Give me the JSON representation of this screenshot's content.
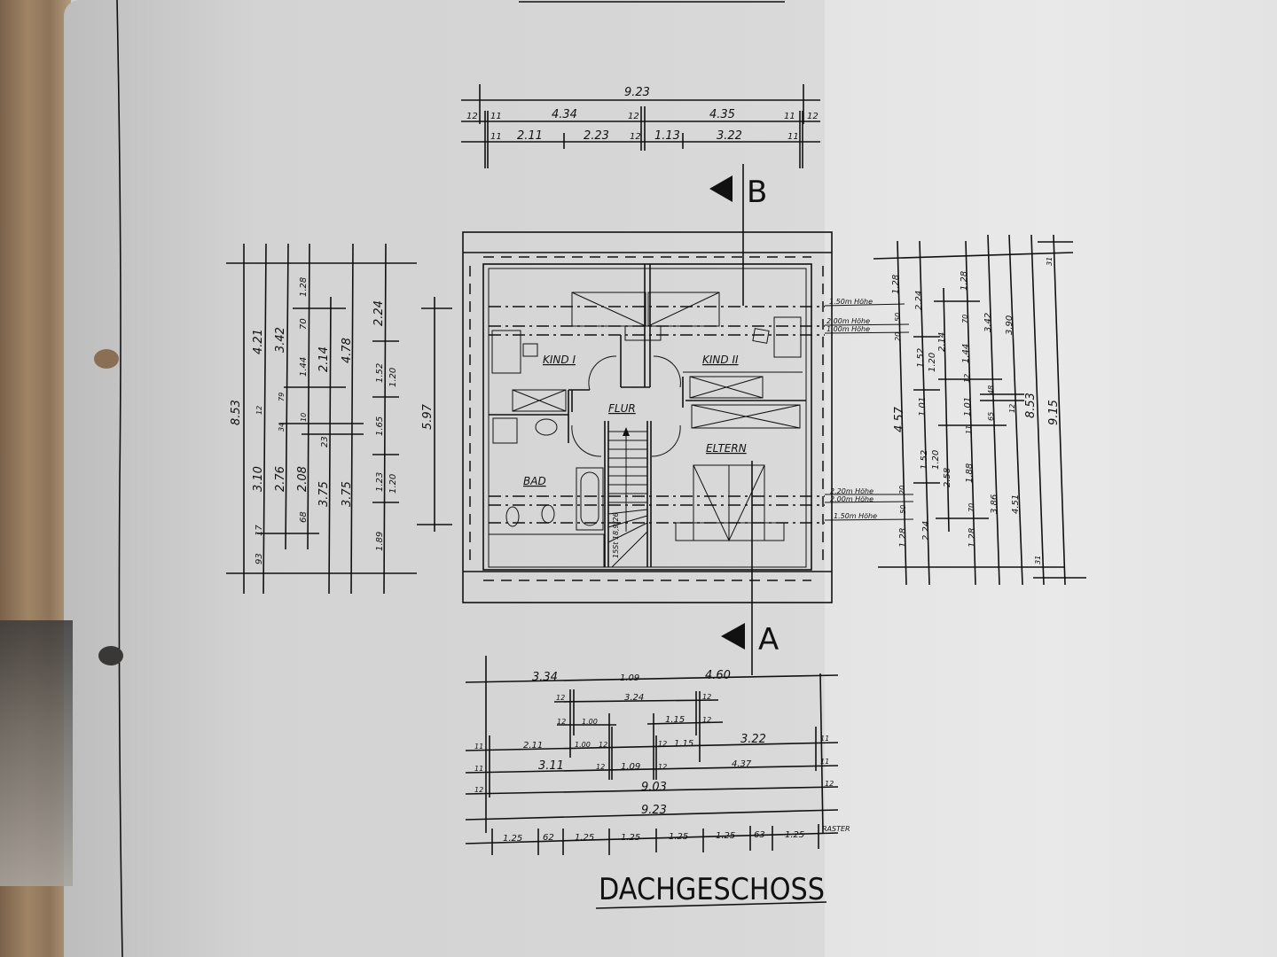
{
  "title": "DACHGESCHOSS",
  "rooms": {
    "kind1": "KIND I",
    "kind2": "KIND II",
    "flur": "FLUR",
    "bad": "BAD",
    "eltern": "ELTERN"
  },
  "stair_label": "15St 18,9/26",
  "sections": {
    "top": "B",
    "bottom": "A"
  },
  "top_dims": {
    "total": "9.23",
    "row2": [
      "12",
      "11",
      "4.34",
      "12",
      "4.35",
      "11",
      "12"
    ],
    "row3": [
      "11",
      "2.11",
      "2.23",
      "12",
      "1.13",
      "3.22",
      "11"
    ]
  },
  "bottom_dims": {
    "row1": [
      "3.34",
      "1.09",
      "4.60"
    ],
    "row2": [
      "12",
      "3.24",
      "12"
    ],
    "row3": [
      "12",
      "1.00",
      "1.15",
      "12"
    ],
    "row4": [
      "11",
      "2.11",
      "1.00",
      "12",
      "12",
      "1.15",
      "3.22",
      "11"
    ],
    "row5": [
      "11",
      "3.11",
      "12",
      "1.09",
      "12",
      "4.37",
      "11"
    ],
    "row6": [
      "12",
      "9.03",
      "12"
    ],
    "total": "9.23",
    "raster": [
      "1.25",
      "62",
      "1.25",
      "1.25",
      "1.25",
      "1.25",
      "63",
      "1.25"
    ],
    "raster_label": "RASTER"
  },
  "left_dims": [
    "8.53",
    "4.21",
    "12",
    "3.10",
    "17",
    "93",
    "3.42",
    "79",
    "34",
    "2.76",
    "1.28",
    "70",
    "1.44",
    "10",
    "2.08",
    "68",
    "2.14",
    "23",
    "3.75",
    "4.78",
    "3.75",
    "2.24",
    "1.52",
    "1.20",
    "1.65",
    "1.23",
    "1.20",
    "1.89",
    "5.97"
  ],
  "right_dims": [
    "1.28",
    "50",
    "20",
    "4.57",
    "20",
    "50",
    "1.28",
    "2.24",
    "1.52",
    "1.20",
    "1.01",
    "1.52",
    "1.20",
    "2.24",
    "2.14",
    "2.58",
    "1.28",
    "70",
    "1.44",
    "12",
    "1.01",
    "11",
    "1.88",
    "70",
    "1.28",
    "3.42",
    "48",
    "65",
    "3.86",
    "3.90",
    "12",
    "4.51",
    "8.53",
    "9.15",
    "31",
    "31"
  ],
  "height_notes": [
    "1.50m Höhe",
    "2.00m Höhe",
    "1.00m Höhe",
    "2.20m Höhe",
    "2.00m Höhe",
    "1.50m Höhe"
  ]
}
